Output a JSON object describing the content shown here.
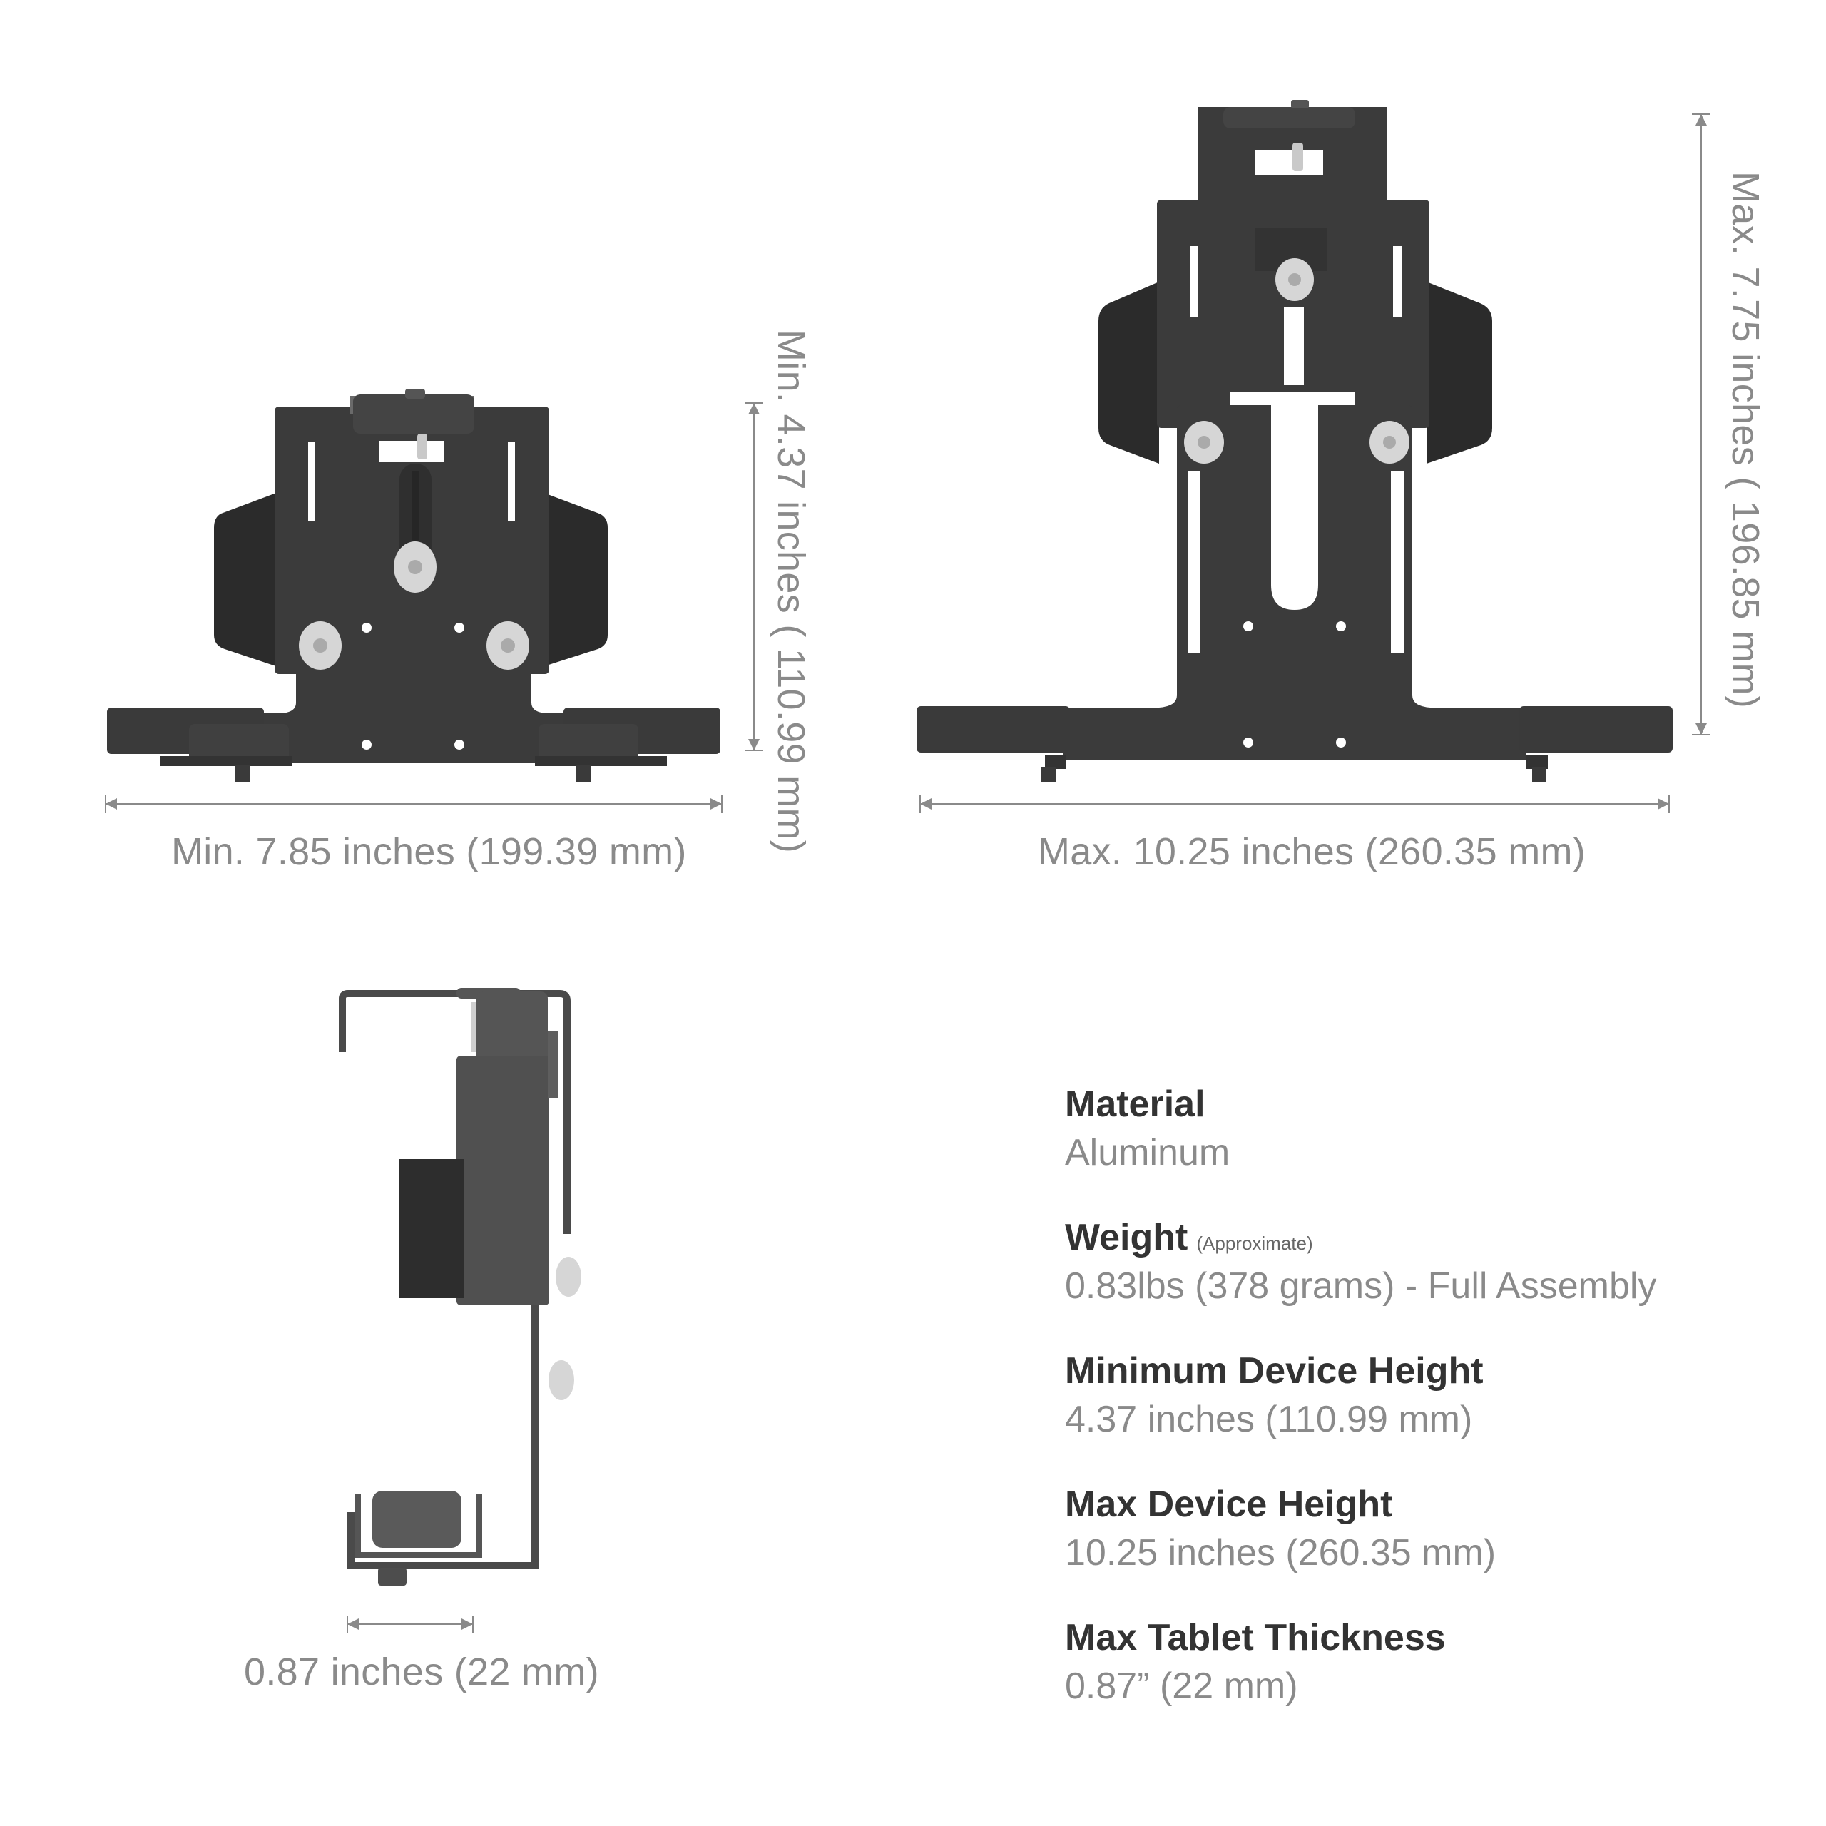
{
  "views": {
    "front_min": {
      "width_label": "Min. 7.85 inches (199.39 mm)",
      "height_label": "Min. 4.37 inches ( 110.99 mm)"
    },
    "front_max": {
      "width_label": "Max. 10.25 inches (260.35 mm)",
      "height_label": "Max. 7.75 inches ( 196.85 mm)"
    },
    "side": {
      "thickness_label": "0.87 inches (22 mm)"
    }
  },
  "specs": [
    {
      "title": "Material",
      "note": "",
      "value": "Aluminum"
    },
    {
      "title": "Weight",
      "note": "(Approximate)",
      "value": "0.83lbs (378 grams) - Full Assembly"
    },
    {
      "title": "Minimum Device Height",
      "note": "",
      "value": "4.37 inches (110.99 mm)"
    },
    {
      "title": "Max Device Height",
      "note": "",
      "value": "10.25 inches (260.35 mm)"
    },
    {
      "title": "Max Tablet Thickness",
      "note": "",
      "value": "0.87” (22 mm)"
    }
  ],
  "colors": {
    "metal_dark": "#3a3a3a",
    "metal_mid": "#4a4a4a",
    "pad": "#2a2a2a",
    "bolt": "#d9d9d9",
    "dimension_line": "#8a8a8a",
    "title_text": "#333333",
    "value_text": "#8a8a8a"
  }
}
